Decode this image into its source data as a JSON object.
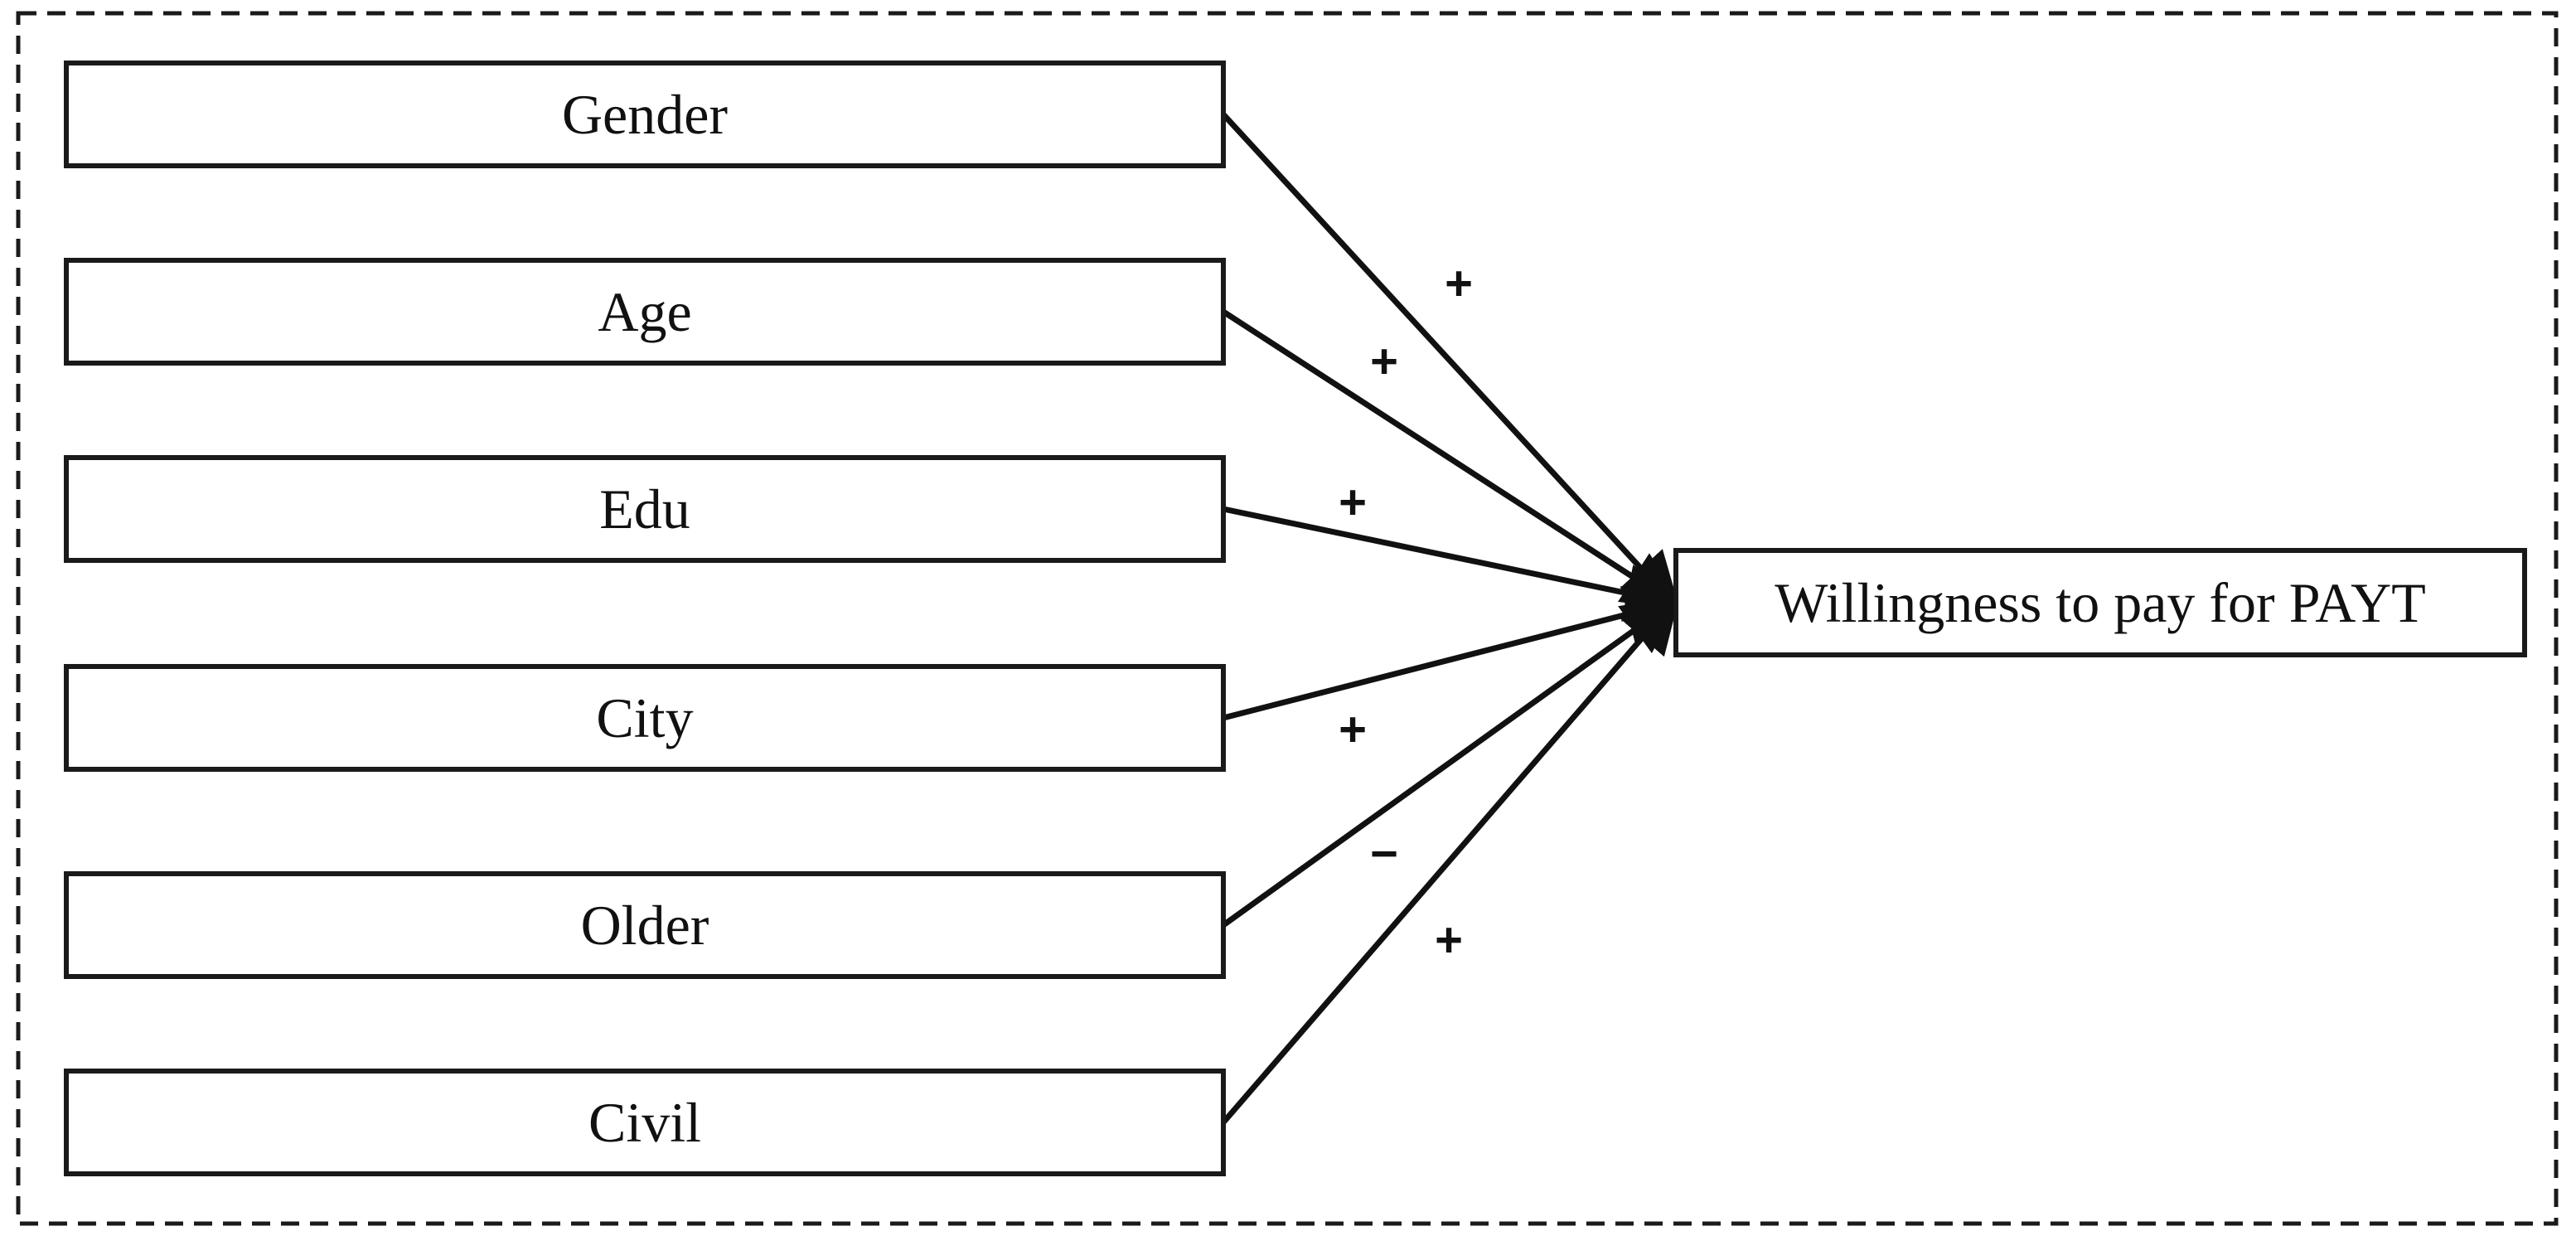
{
  "diagram": {
    "inputs": [
      {
        "id": "gender",
        "label": "Gender",
        "sign": "+"
      },
      {
        "id": "age",
        "label": "Age",
        "sign": "+"
      },
      {
        "id": "edu",
        "label": "Edu",
        "sign": "+"
      },
      {
        "id": "city",
        "label": "City",
        "sign": "+"
      },
      {
        "id": "older",
        "label": "Older",
        "sign": "−"
      },
      {
        "id": "civil",
        "label": "Civil",
        "sign": "+"
      }
    ],
    "outcome": {
      "label": "Willingness to pay for PAYT"
    },
    "colors": {
      "stroke": "#111111",
      "background": "#ffffff"
    }
  }
}
